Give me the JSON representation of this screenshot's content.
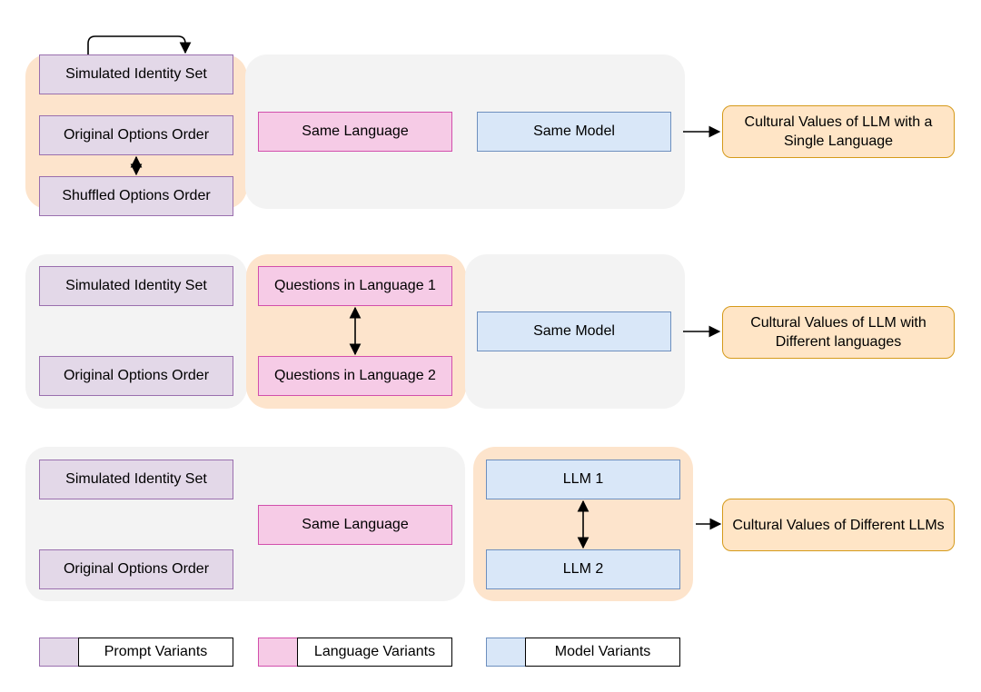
{
  "row1": {
    "prompt_top": "Simulated Identity Set",
    "prompt_mid": "Original Options Order",
    "prompt_bottom": "Shuffled Options Order",
    "language": "Same Language",
    "model": "Same Model",
    "result": "Cultural Values of LLM with a Single Language"
  },
  "row2": {
    "prompt_top": "Simulated Identity Set",
    "prompt_bottom": "Original Options Order",
    "language_top": "Questions in Language 1",
    "language_bottom": "Questions in Language 2",
    "model": "Same Model",
    "result": "Cultural Values of LLM with Different languages"
  },
  "row3": {
    "prompt_top": "Simulated Identity Set",
    "prompt_bottom": "Original Options Order",
    "language": "Same Language",
    "model_top": "LLM 1",
    "model_bottom": "LLM 2",
    "result": "Cultural Values of Different LLMs"
  },
  "legend": {
    "prompt": "Prompt Variants",
    "language": "Language Variants",
    "model": "Model Variants"
  },
  "colors": {
    "prompt_fill": "#e3d8e8",
    "language_fill": "#f6cbe6",
    "model_fill": "#d9e7f8",
    "highlight_bg": "#fde4cc",
    "neutral_bg": "#f3f3f3",
    "result_fill": "#ffe5c6"
  }
}
